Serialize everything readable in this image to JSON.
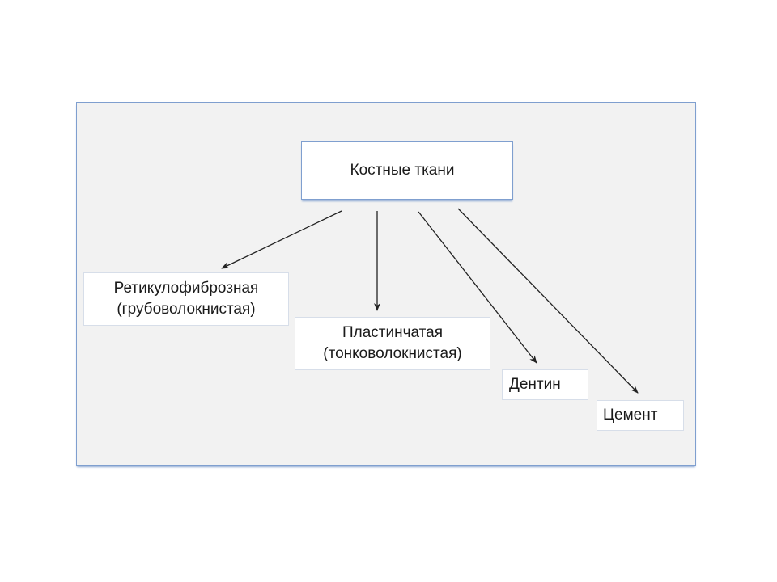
{
  "diagram": {
    "root": {
      "label": "Костные ткани"
    },
    "children": [
      {
        "label": "Ретикулофиброзная\n(грубоволокнистая)"
      },
      {
        "label": "Пластинчатая\n(тонковолокнистая)"
      },
      {
        "label": "Дентин"
      },
      {
        "label": "Цемент"
      }
    ],
    "colors": {
      "frame_background": "#f2f2f2",
      "frame_border": "#7f9fcf",
      "arrow": "#222222"
    }
  }
}
